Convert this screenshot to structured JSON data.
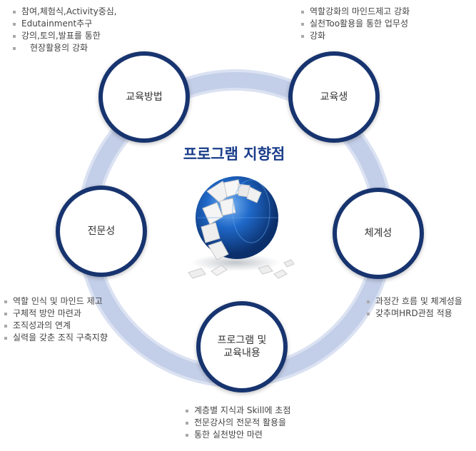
{
  "title": "프로그램 지향점",
  "nodes": {
    "method": "교육방법",
    "learner": "교육생",
    "expertise": "전문성",
    "system": "체계성",
    "program": "프로그램 및\n교육내용"
  },
  "notes": {
    "method": [
      "참여,체험식,Activity중심,",
      "Edutainment추구",
      "강의,토의,발표를 통한",
      "현장활용의 강화"
    ],
    "learner": [
      "역할강화의 마인드제고 강화",
      "실천Too활용을 통한 업무성",
      "강화"
    ],
    "expertise": [
      "역할 인식 및 마인드 제고",
      "구체적 방안 마련과",
      "조직성과의 연계",
      "실력을 갖춘 조직 구축지향"
    ],
    "system": [
      "과정간 흐름 및 체계성을",
      "갖추며HRD관점 적용"
    ],
    "program": [
      "계층별 지식과 Skill에 초점",
      "전문강사의 전문적 활용을",
      "통한 실천방안 마련"
    ]
  },
  "colors": {
    "ring": "#d4dcef",
    "node_border": "#17346f",
    "title": "#1a3d8a"
  },
  "icons": [
    "globe-puzzle-icon"
  ]
}
